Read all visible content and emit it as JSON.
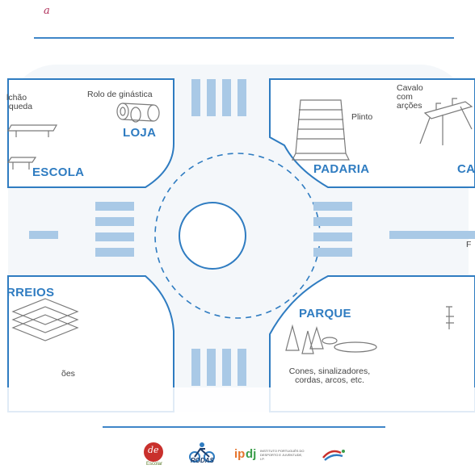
{
  "top_mark": "a",
  "blocks": {
    "top_left": {
      "place": "LOJA",
      "item_1": "lchão\n queda",
      "item_2": "Rolo de ginástica"
    },
    "escola": {
      "place": "ESCOLA"
    },
    "top_right": {
      "place": "PADARIA",
      "item_1": "Plinto",
      "item_2": "Cavalo\ncom\narções",
      "edge": "CA"
    },
    "bottom_left": {
      "place": "RREIOS",
      "item_1": "ões"
    },
    "bottom_right": {
      "place": "PARQUE",
      "item_1": "Cones, sinalizadores,\ncordas, arcos, etc."
    },
    "right_edge": {
      "text": "F"
    }
  },
  "footer_logos": [
    {
      "name": "de-escolar-logo",
      "caption": "Escolar"
    },
    {
      "name": "rodas-logo",
      "caption": "RODAS"
    },
    {
      "name": "ipdj-logo",
      "caption": "INSTITUTO PORTUGUÊS DO DESPORTO E JUVENTUDE, I.P."
    },
    {
      "name": "cyclist-logo",
      "caption": ""
    }
  ],
  "colors": {
    "road": "#ffffff",
    "block": "#ffffff",
    "crosswalk": "#aecde8",
    "accent": "#2f7cc1",
    "line": "#3f86c8",
    "bg": "#f1f5f9"
  }
}
